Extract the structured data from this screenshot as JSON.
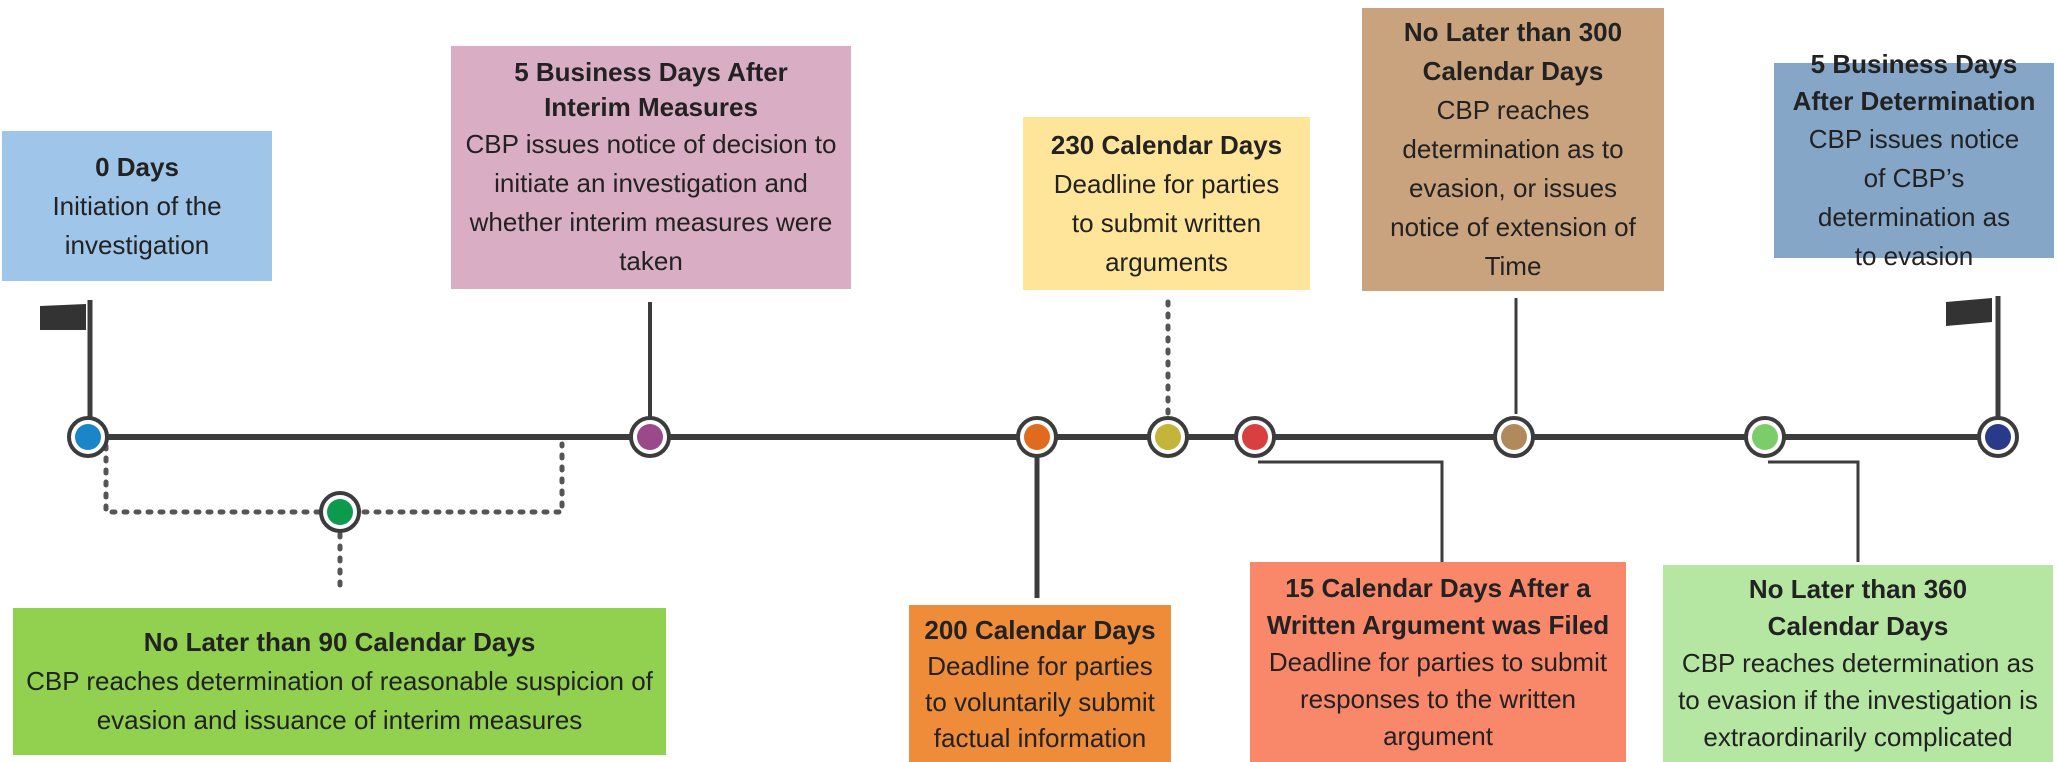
{
  "colors": {
    "line": "#3c3c3c",
    "dotted": "#555555",
    "flag": "#333333"
  },
  "events": [
    {
      "id": "e0",
      "title": "0 Days",
      "body": "Initiation of the investigation",
      "bg": "#9fc5e8",
      "dot": "#1a86c8"
    },
    {
      "id": "e90",
      "title": "No Later than 90 Calendar Days",
      "body": "CBP reaches determination of reasonable suspicion of evasion and issuance of interim measures",
      "bg": "#92d050",
      "dot": "#0c9a4c"
    },
    {
      "id": "e5a",
      "title": "5 Business Days After Interim Measures",
      "body": "CBP issues notice of decision to initiate an investigation and whether interim measures were taken",
      "bg": "#d9aec4",
      "dot": "#9a4a8a"
    },
    {
      "id": "e200",
      "title": "200 Calendar Days",
      "body": "Deadline for parties to voluntarily submit factual information",
      "bg": "#ef8c3a",
      "dot": "#e06a1e"
    },
    {
      "id": "e230",
      "title": "230 Calendar Days",
      "body": "Deadline for parties to submit written arguments",
      "bg": "#ffe599",
      "dot": "#c4b43a"
    },
    {
      "id": "e15",
      "title": "15 Calendar Days After a Written Argument was Filed",
      "body": "Deadline for parties to submit responses to the written argument",
      "bg": "#f9876a",
      "dot": "#d84040"
    },
    {
      "id": "e300",
      "title": "No Later than 300 Calendar Days",
      "body": "CBP reaches determination as to evasion, or issues notice of extension of Time",
      "bg": "#c9a27e",
      "dot": "#b08a5a"
    },
    {
      "id": "e360",
      "title": "No Later than 360 Calendar Days",
      "body": "CBP reaches determination as to evasion if the investigation is extraordinarily complicated",
      "bg": "#b6e7a2",
      "dot": "#7ccc6a"
    },
    {
      "id": "e5d",
      "title": "5 Business Days After Determination",
      "body": "CBP issues notice of CBP’s determination as to evasion",
      "bg": "#86a6c8",
      "dot": "#2a3a8a"
    }
  ]
}
